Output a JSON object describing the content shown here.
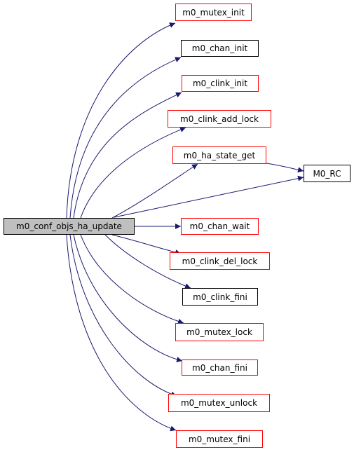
{
  "colors": {
    "edge": "#191970",
    "documented_border": "#000000",
    "undocumented_border": "#ff0000",
    "root_fill": "#bfbfbf"
  },
  "graph": {
    "root": {
      "id": "root",
      "label": "m0_conf_objs_ha_update"
    },
    "callees": [
      {
        "id": "mutex_init",
        "label": "m0_mutex_init",
        "style": "red"
      },
      {
        "id": "chan_init",
        "label": "m0_chan_init",
        "style": "black"
      },
      {
        "id": "clink_init",
        "label": "m0_clink_init",
        "style": "red"
      },
      {
        "id": "clink_add_lock",
        "label": "m0_clink_add_lock",
        "style": "red"
      },
      {
        "id": "ha_state_get",
        "label": "m0_ha_state_get",
        "style": "red"
      },
      {
        "id": "m0_rc",
        "label": "M0_RC",
        "style": "black"
      },
      {
        "id": "chan_wait",
        "label": "m0_chan_wait",
        "style": "red"
      },
      {
        "id": "clink_del_lock",
        "label": "m0_clink_del_lock",
        "style": "red"
      },
      {
        "id": "clink_fini",
        "label": "m0_clink_fini",
        "style": "black"
      },
      {
        "id": "mutex_lock",
        "label": "m0_mutex_lock",
        "style": "red"
      },
      {
        "id": "chan_fini",
        "label": "m0_chan_fini",
        "style": "red"
      },
      {
        "id": "mutex_unlock",
        "label": "m0_mutex_unlock",
        "style": "red"
      },
      {
        "id": "mutex_fini",
        "label": "m0_mutex_fini",
        "style": "red"
      }
    ],
    "edges": [
      [
        "root",
        "mutex_init"
      ],
      [
        "root",
        "chan_init"
      ],
      [
        "root",
        "clink_init"
      ],
      [
        "root",
        "clink_add_lock"
      ],
      [
        "root",
        "ha_state_get"
      ],
      [
        "root",
        "m0_rc"
      ],
      [
        "root",
        "chan_wait"
      ],
      [
        "root",
        "clink_del_lock"
      ],
      [
        "root",
        "clink_fini"
      ],
      [
        "root",
        "mutex_lock"
      ],
      [
        "root",
        "chan_fini"
      ],
      [
        "root",
        "mutex_unlock"
      ],
      [
        "root",
        "mutex_fini"
      ],
      [
        "ha_state_get",
        "m0_rc"
      ]
    ]
  }
}
